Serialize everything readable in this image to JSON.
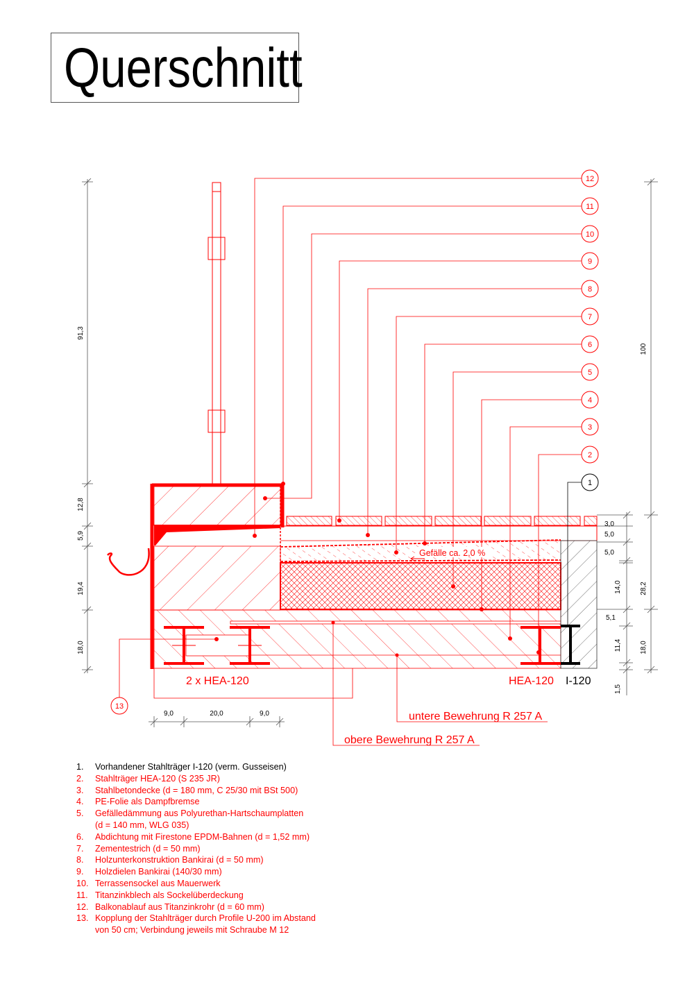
{
  "title": "Querschnitt",
  "colors": {
    "accent": "#ff0000",
    "existing": "#000000"
  },
  "callouts": [
    "1",
    "2",
    "3",
    "4",
    "5",
    "6",
    "7",
    "8",
    "9",
    "10",
    "11",
    "12",
    "13"
  ],
  "labels": {
    "double_beam": "2 x HEA-120",
    "beam": "HEA-120",
    "existing_beam": "I-120",
    "lower_rebar": "untere Bewehrung R 257 A",
    "upper_rebar": "obere Bewehrung R 257 A",
    "slope": "Gefälle ca. 2,0 %"
  },
  "dimensions": {
    "left": [
      "91,3",
      "12,8",
      "5,9",
      "19,4",
      "18,0"
    ],
    "right_inner": [
      "3,0",
      "5,0",
      "5,0",
      "14,0",
      "5,1",
      "11,4",
      "1,5"
    ],
    "right_outer": [
      "100",
      "28,2",
      "18,0"
    ],
    "bottom": [
      "9,0",
      "20,0",
      "9,0"
    ]
  },
  "legend": [
    {
      "num": "1.",
      "text": "Vorhandener Stahlträger I-120 (verm. Gusseisen)"
    },
    {
      "num": "2.",
      "text": "Stahlträger HEA-120 (S 235 JR)"
    },
    {
      "num": "3.",
      "text": "Stahlbetondecke (d = 180 mm, C 25/30 mit BSt 500)"
    },
    {
      "num": "4.",
      "text": "PE-Folie als Dampfbremse"
    },
    {
      "num": "5.",
      "text": "Gefälledämmung aus Polyurethan-Hartschaumplatten",
      "text2": "(d = 140 mm, WLG 035)"
    },
    {
      "num": "6.",
      "text": "Abdichtung mit Firestone EPDM-Bahnen (d = 1,52 mm)"
    },
    {
      "num": "7.",
      "text": "Zementestrich (d = 50 mm)"
    },
    {
      "num": "8.",
      "text": "Holzunterkonstruktion Bankirai (d = 50 mm)"
    },
    {
      "num": "9.",
      "text": "Holzdielen Bankirai (140/30 mm)"
    },
    {
      "num": "10.",
      "text": "Terrassensockel aus Mauerwerk"
    },
    {
      "num": "11.",
      "text": "Titanzinkblech als Sockelüberdeckung"
    },
    {
      "num": "12.",
      "text": "Balkonablauf aus Titanzinkrohr (d = 60 mm)"
    },
    {
      "num": "13.",
      "text": "Kopplung der Stahlträger durch Profile U-200 im Abstand",
      "text2": "von 50 cm; Verbindung jeweils mit Schraube M 12"
    }
  ]
}
